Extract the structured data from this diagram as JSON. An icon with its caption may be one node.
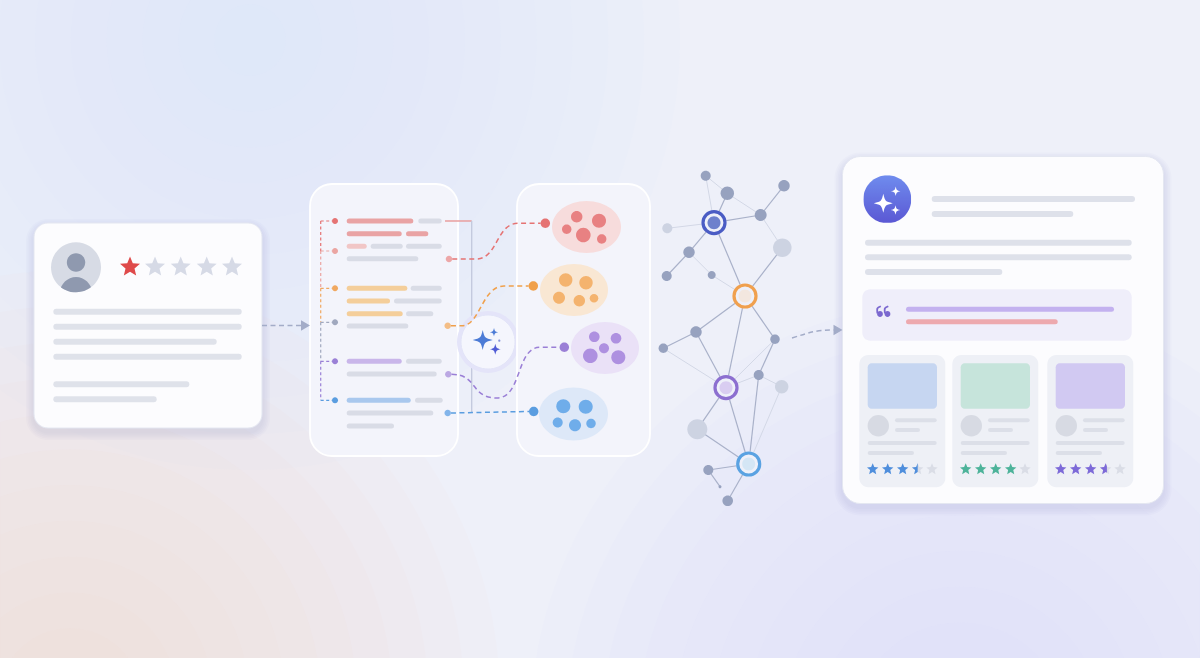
{
  "diagram": {
    "nodes": [
      {
        "text": [],
        "shape": "box"
      },
      {
        "text": [],
        "shape": "box"
      },
      {
        "text": [],
        "shape": "circle",
        "in": 1
      },
      {
        "text": [],
        "shape": "circle",
        "in": 1
      },
      {
        "text": [],
        "shape": "circle",
        "in": 1
      },
      {
        "text": [],
        "shape": "circle",
        "in": 1
      },
      {
        "text": [],
        "shape": "circle"
      },
      {
        "text": [],
        "shape": "box"
      },
      {
        "text": [],
        "shape": "circle",
        "in": 7
      },
      {
        "text": [],
        "shape": "ellipse",
        "in": 7
      },
      {
        "text": [],
        "shape": "circle",
        "in": 7
      },
      {
        "text": [],
        "shape": "ellipse",
        "in": 7
      },
      {
        "text": [],
        "shape": "circle",
        "in": 7
      },
      {
        "text": [],
        "shape": "ellipse",
        "in": 7
      },
      {
        "text": [],
        "shape": "circle",
        "in": 7
      },
      {
        "text": [],
        "shape": "ellipse",
        "in": 7
      },
      {
        "text": [],
        "shape": "picture"
      },
      {
        "text": [],
        "shape": "box"
      }
    ],
    "edges": [
      {
        "from": 0,
        "to": 1,
        "arrow": "to",
        "style": "dashed"
      },
      {
        "from": 2,
        "to": 8,
        "arrow": "none",
        "style": "dashed",
        "color": "#e57373"
      },
      {
        "from": 3,
        "to": 10,
        "arrow": "none",
        "style": "dashed",
        "color": "#f0a04b"
      },
      {
        "from": 4,
        "to": 12,
        "arrow": "none",
        "style": "dashed",
        "color": "#9a7fd6"
      },
      {
        "from": 5,
        "to": 14,
        "arrow": "none",
        "style": "dashed",
        "color": "#5a9de0"
      },
      {
        "from": 16,
        "to": 17,
        "arrow": "to",
        "style": "dashed"
      }
    ]
  }
}
